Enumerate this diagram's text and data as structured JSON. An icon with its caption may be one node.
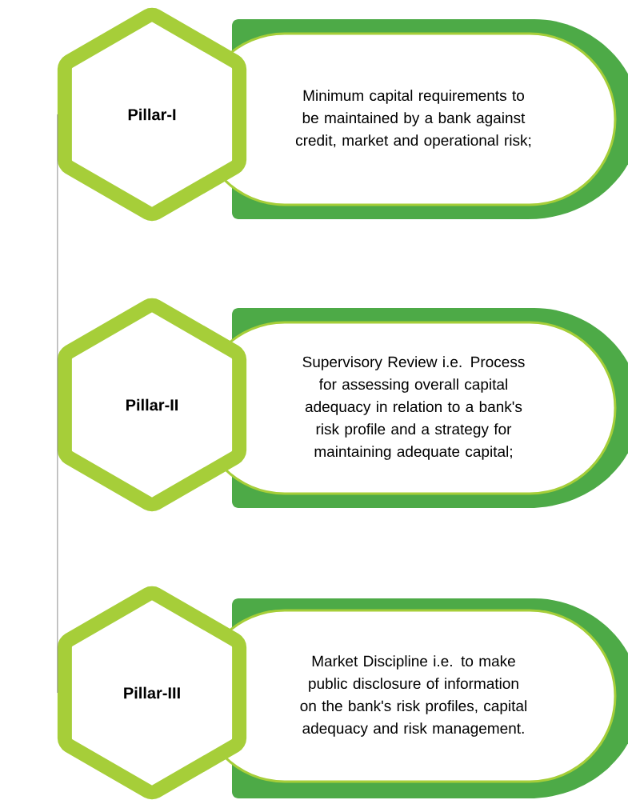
{
  "diagram": {
    "nodes": [
      {
        "text": [
          "Pillar-I"
        ]
      },
      {
        "text": [
          "Minimum capital requirements to be maintained by a bank against credit, market and operational risk;"
        ]
      },
      {
        "text": [
          "Pillar-II"
        ]
      },
      {
        "text": [
          "Supervisory Review i.e. Process for assessing overall capital adequacy in relation to a bank's risk profile and a strategy for maintaining adequate capital;"
        ]
      },
      {
        "text": [
          "Pillar-III"
        ]
      },
      {
        "text": [
          "Market Discipline i.e. to make public disclosure of information on the bank's risk profiles, capital adequacy and risk management."
        ]
      }
    ],
    "edges": [
      {
        "from": 0,
        "to": 2,
        "arrow": "none"
      },
      {
        "from": 2,
        "to": 4,
        "arrow": "none"
      }
    ]
  }
}
